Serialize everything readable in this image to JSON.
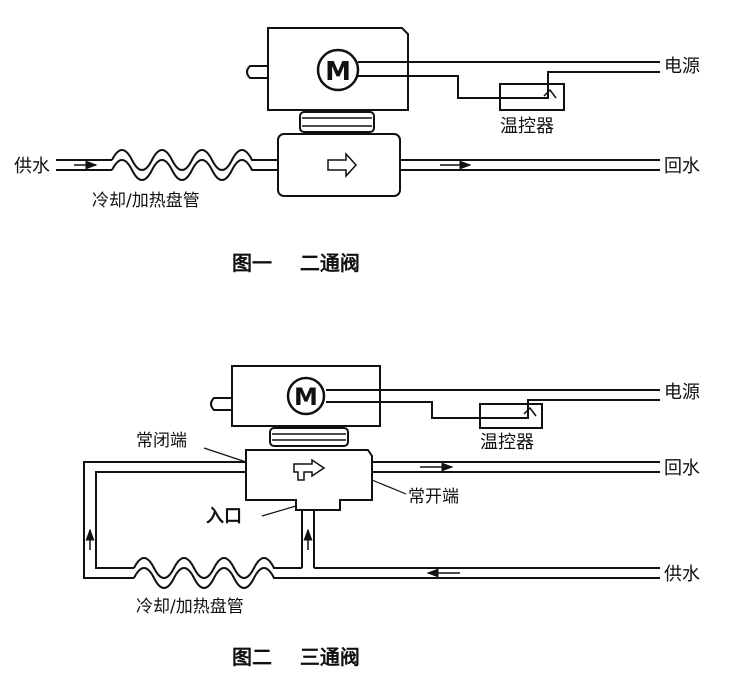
{
  "diagram1": {
    "motor_letter": "M",
    "power_label": "电源",
    "thermostat_label": "温控器",
    "supply_label": "供水",
    "return_label": "回水",
    "coil_label": "冷却/加热盘管",
    "caption": "图一    二通阀"
  },
  "diagram2": {
    "motor_letter": "M",
    "power_label": "电源",
    "thermostat_label": "温控器",
    "normally_closed_label": "常闭端",
    "return_label": "回水",
    "normally_open_label": "常开端",
    "inlet_label": "入口",
    "supply_label": "供水",
    "coil_label": "冷却/加热盘管",
    "caption": "图二    三通阀"
  },
  "colors": {
    "stroke": "#111111",
    "background": "#ffffff"
  }
}
